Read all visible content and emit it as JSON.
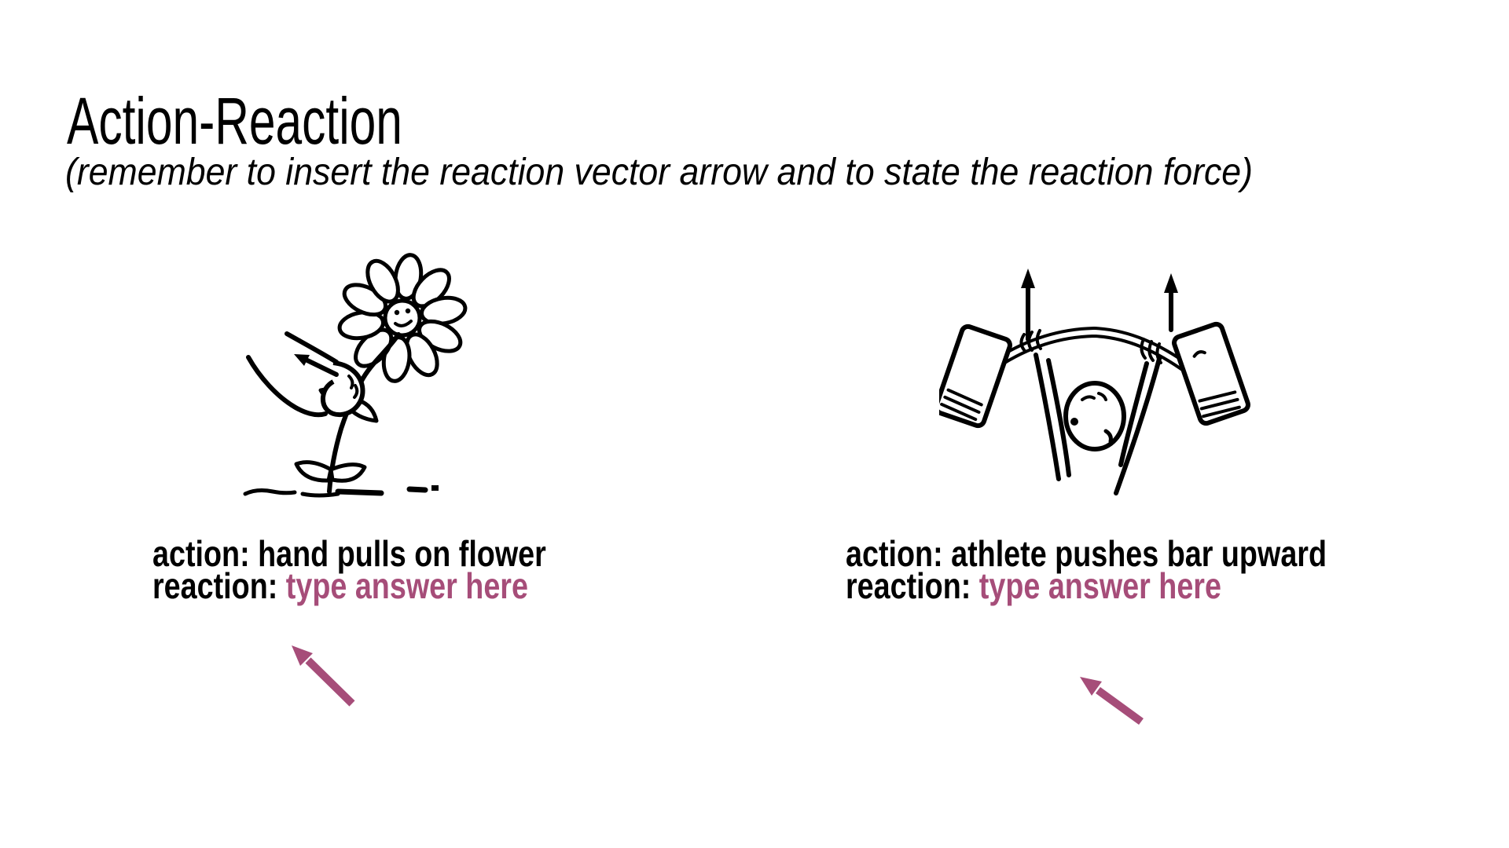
{
  "slide": {
    "title": "Action-Reaction",
    "subtitle": "(remember to insert the reaction vector arrow and to state the reaction force)"
  },
  "colors": {
    "text": "#000000",
    "answer_placeholder": "#a64d79",
    "reaction_vector_arrow": "#a64d79",
    "background": "#ffffff"
  },
  "exercises": [
    {
      "image": "hand-pulls-flower-clipart",
      "action_line": "action: hand pulls on flower",
      "reaction_label": "reaction: ",
      "reaction_placeholder": "type answer here"
    },
    {
      "image": "athlete-presses-barbell-clipart",
      "action_line": "action: athlete pushes bar upward",
      "reaction_label": "reaction: ",
      "reaction_placeholder": "type answer here"
    }
  ]
}
